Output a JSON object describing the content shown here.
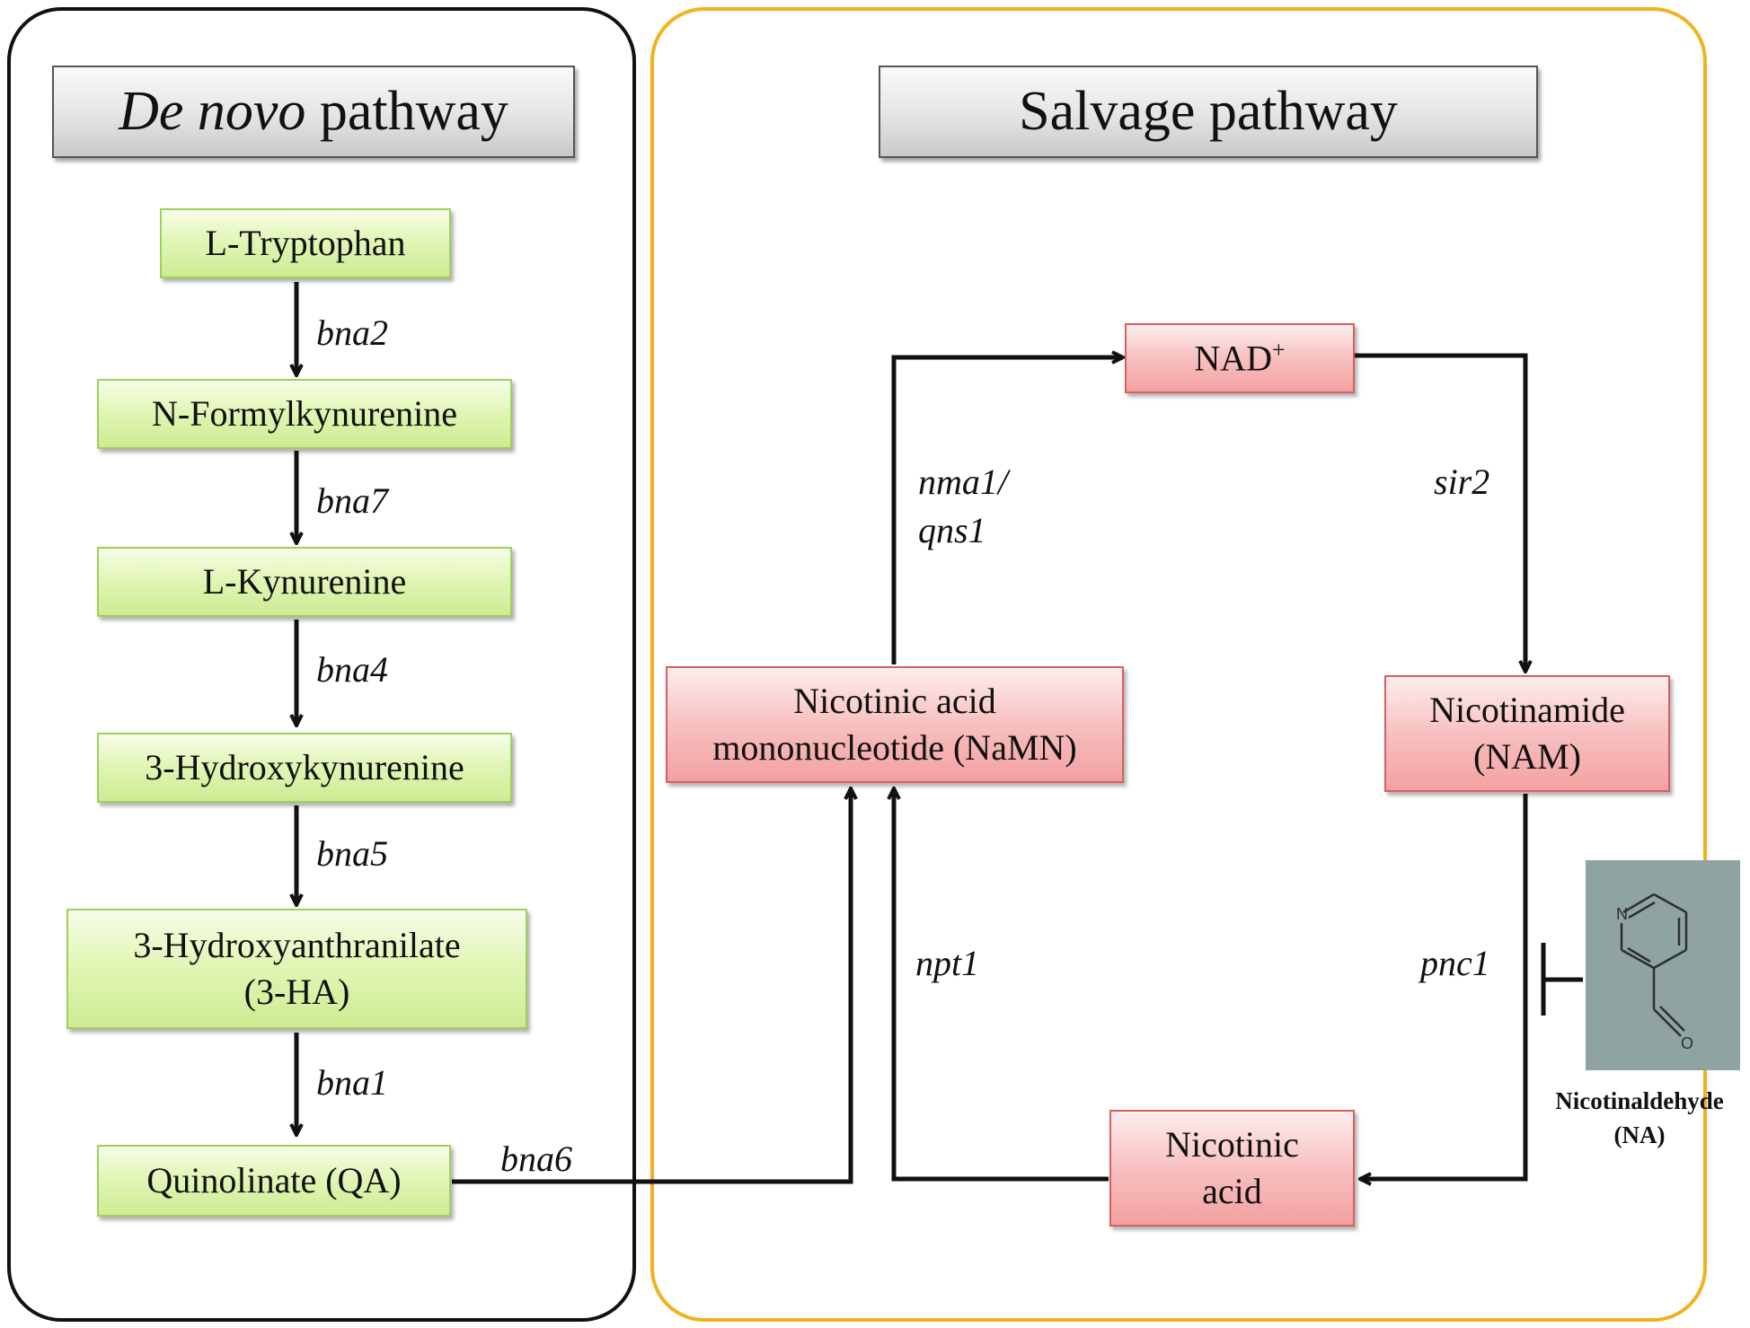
{
  "panels": {
    "denovo": {
      "title_italic": "De novo",
      "title_rest": " pathway"
    },
    "salvage": {
      "title": "Salvage pathway"
    }
  },
  "nodes": {
    "l_tryptophan": "L-Tryptophan",
    "n_formylkynurenine": "N-Formylkynurenine",
    "l_kynurenine": "L-Kynurenine",
    "hydroxykynurenine": "3-Hydroxykynurenine",
    "hydroxyanthranilate_line1": "3-Hydroxyanthranilate",
    "hydroxyanthranilate_line2": "(3-HA)",
    "quinolinate": "Quinolinate (QA)",
    "nad": "NAD",
    "nad_sup": "+",
    "namn_line1": "Nicotinic acid",
    "namn_line2": "mononucleotide (NaMN)",
    "nam_line1": "Nicotinamide",
    "nam_line2": "(NAM)",
    "nicotinic_acid_line1": "Nicotinic",
    "nicotinic_acid_line2": "acid"
  },
  "enzymes": {
    "bna2": "bna2",
    "bna7": "bna7",
    "bna4": "bna4",
    "bna5": "bna5",
    "bna1": "bna1",
    "bna6": "bna6",
    "nma1": "nma1/",
    "qns1": "qns1",
    "sir2": "sir2",
    "npt1": "npt1",
    "pnc1": "pnc1"
  },
  "inhibitor": {
    "name_line1": "Nicotinaldehyde",
    "name_line2": "(NA)",
    "structure_atom_n": "N",
    "structure_atom_o": "O"
  },
  "colors": {
    "denovo_border": "#111111",
    "salvage_border": "#f0b21e",
    "denovo_node_fill": "#e2f6b7",
    "salvage_node_fill": "#f8c0c0",
    "structure_background": "#8fa3a3"
  }
}
